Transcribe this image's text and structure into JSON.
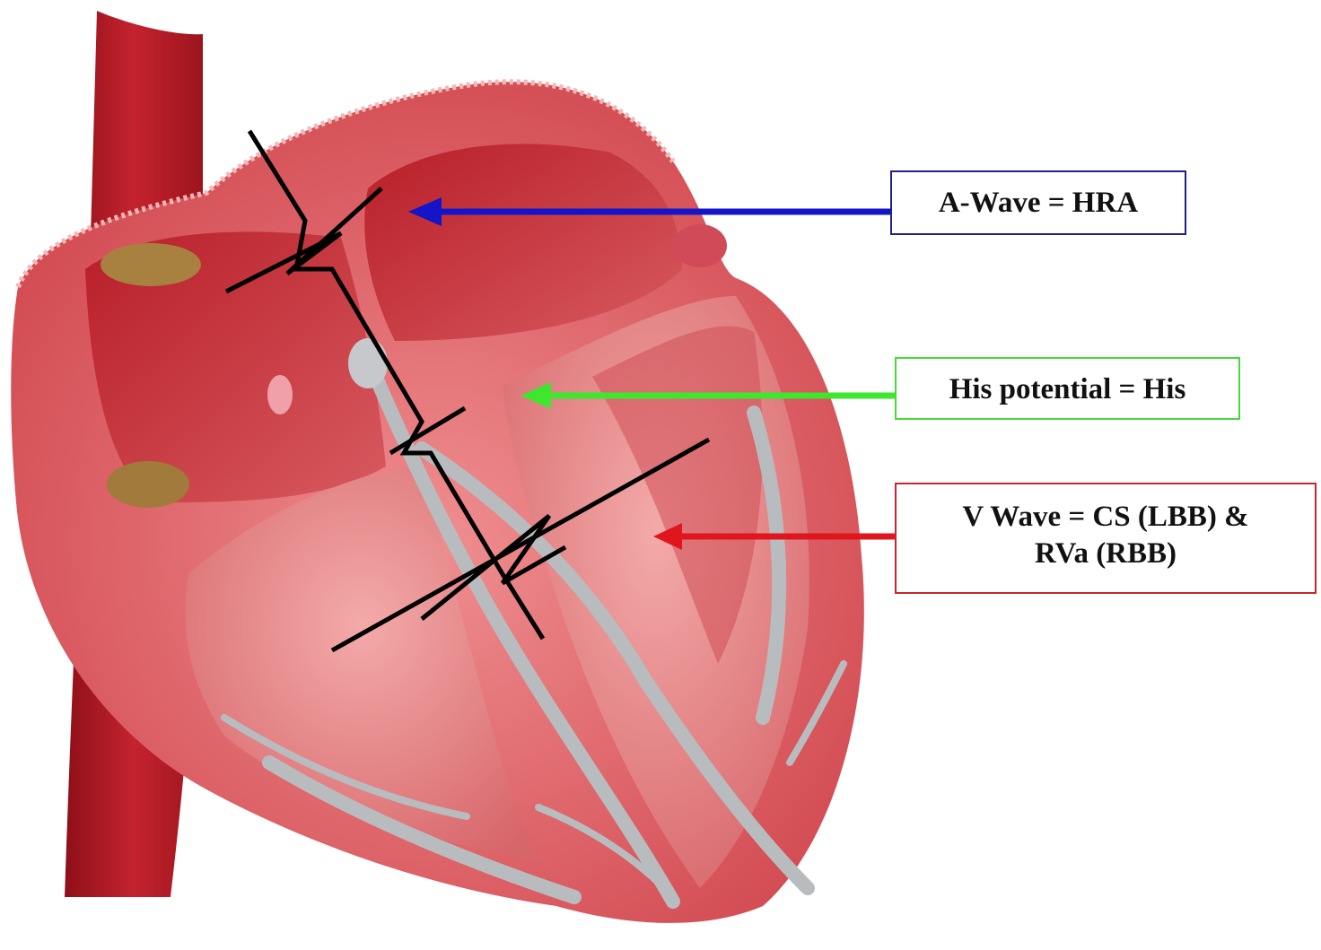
{
  "labels": {
    "a_wave": "A-Wave = HRA",
    "his": "His potential = His",
    "v_wave_line1": "V Wave = CS (LBB) &",
    "v_wave_line2": "RVa (RBB)"
  },
  "colors": {
    "a_wave_arrow": "#1414c8",
    "his_arrow": "#3ee62e",
    "v_wave_arrow": "#e0161e",
    "myocardium": "#d9545a",
    "chamber": "#e98a8c",
    "vessel": "#b8202a",
    "conduction": "#b9bcbf",
    "electrogram": "#000000"
  }
}
